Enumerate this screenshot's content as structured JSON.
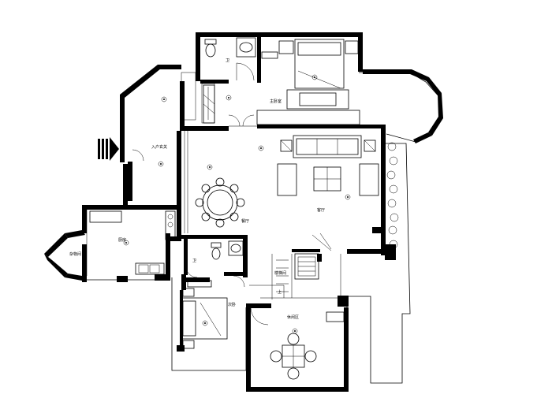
{
  "rooms": {
    "bathroom_top": "卫",
    "master_bedroom": "主卧室",
    "entrance": "入户玄关",
    "living_room": "客厅",
    "dining_room": "餐厅",
    "kitchen": "厨房",
    "storage": "杂物间",
    "bathroom_mid": "卫",
    "stairwell": "楼梯间",
    "stair_up": "上",
    "bedroom_small": "次卧",
    "leisure_area": "休闲区"
  }
}
